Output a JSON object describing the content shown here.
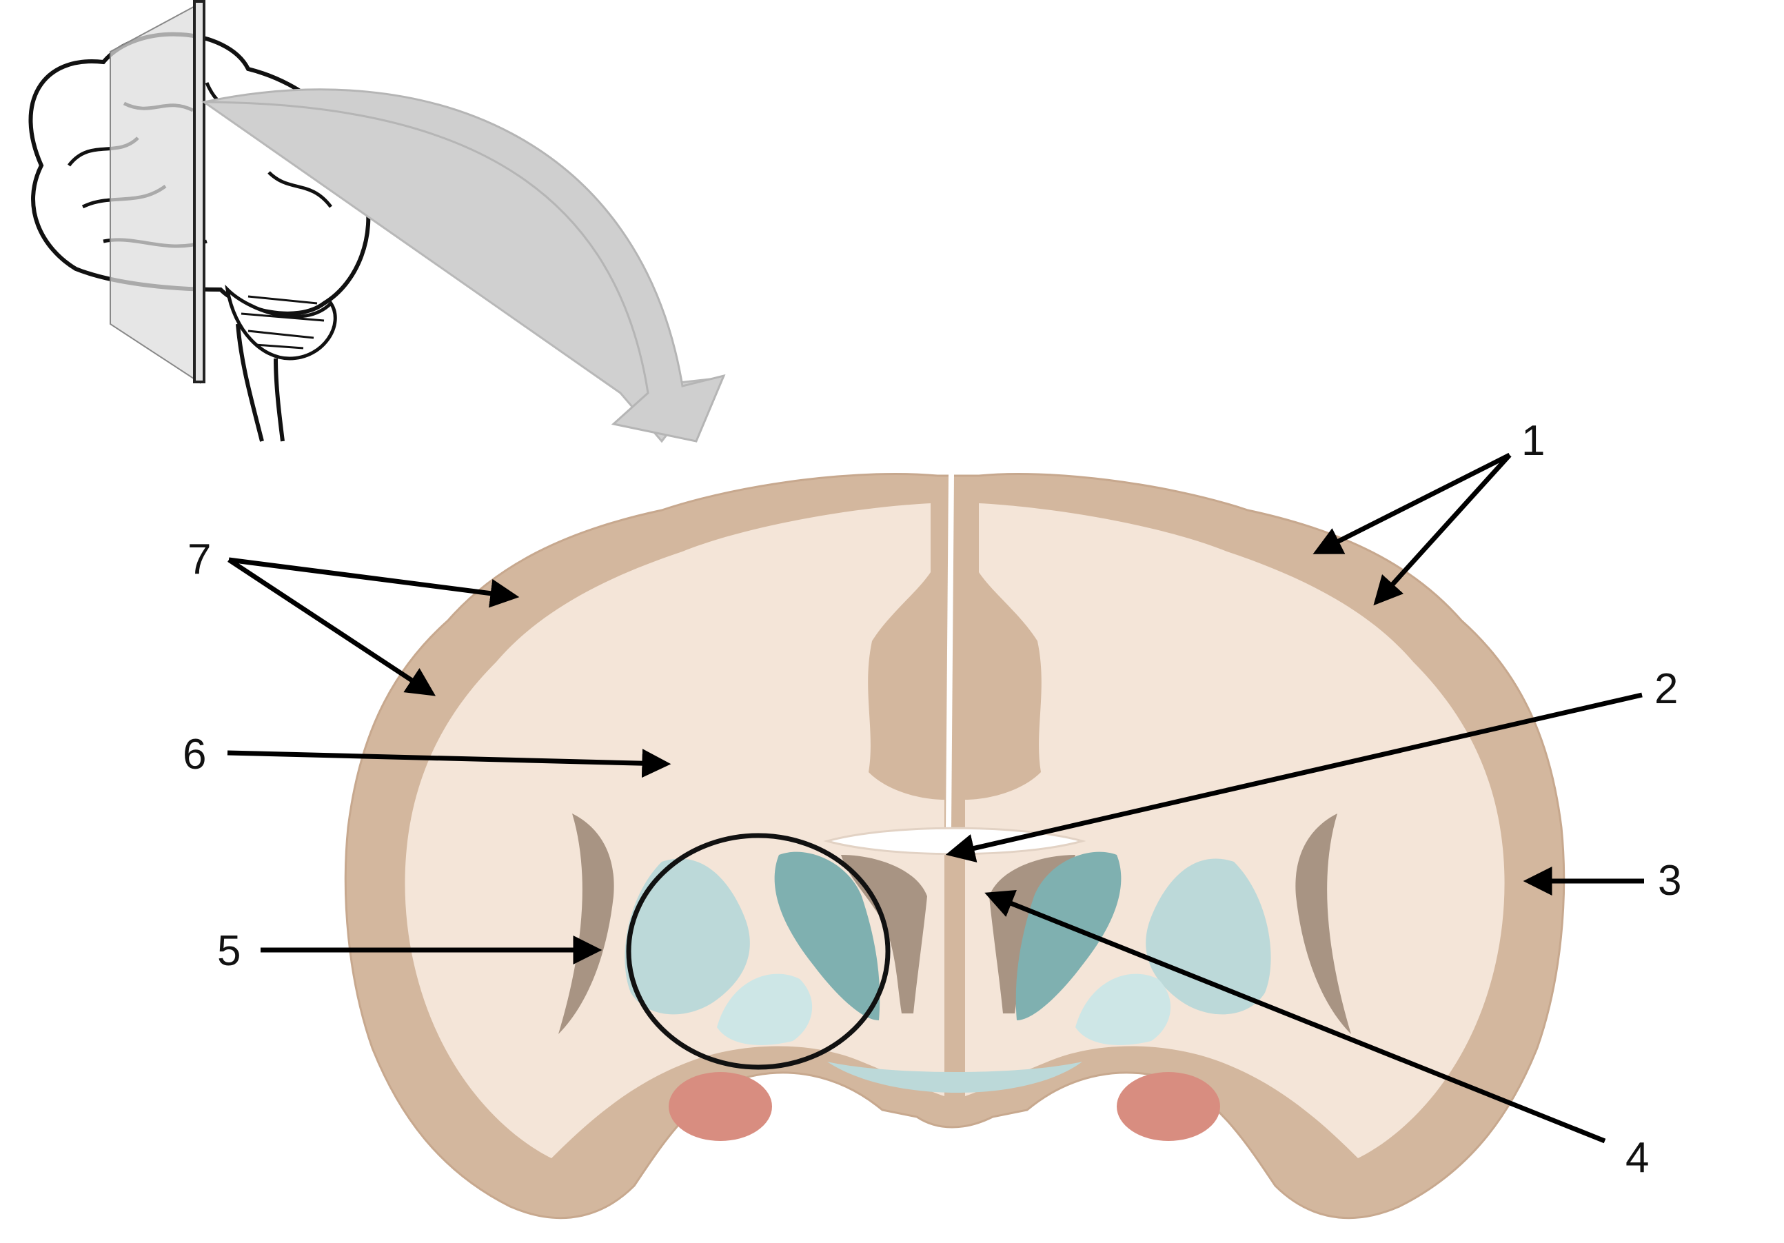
{
  "labels": {
    "one": "1",
    "two": "2",
    "three": "3",
    "four": "4",
    "five": "5",
    "six": "6",
    "seven": "7"
  },
  "colors": {
    "gray_matter": "#d3b79e",
    "white_matter": "#f4e5d8",
    "ventricle": "#a89483",
    "caudate_putamen": "#7fb0b0",
    "pallidus": "#cde6e6",
    "amygdala": "#d88d80",
    "arrow": "#000000",
    "flow_arrow": "#d0d0d0"
  }
}
